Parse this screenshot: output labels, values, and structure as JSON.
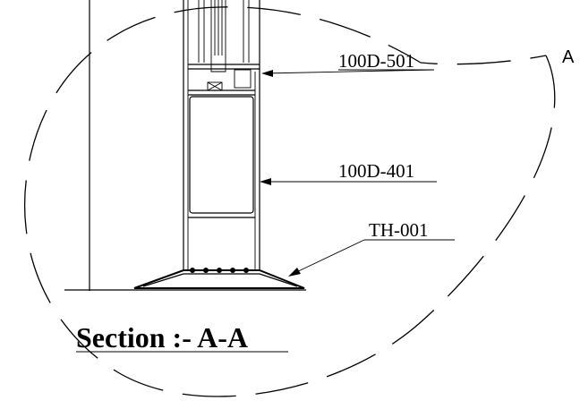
{
  "section_marker": "A",
  "callouts": {
    "c1": "100D-501",
    "c2": "100D-401",
    "c3": "TH-001"
  },
  "title": "Section :- A-A"
}
